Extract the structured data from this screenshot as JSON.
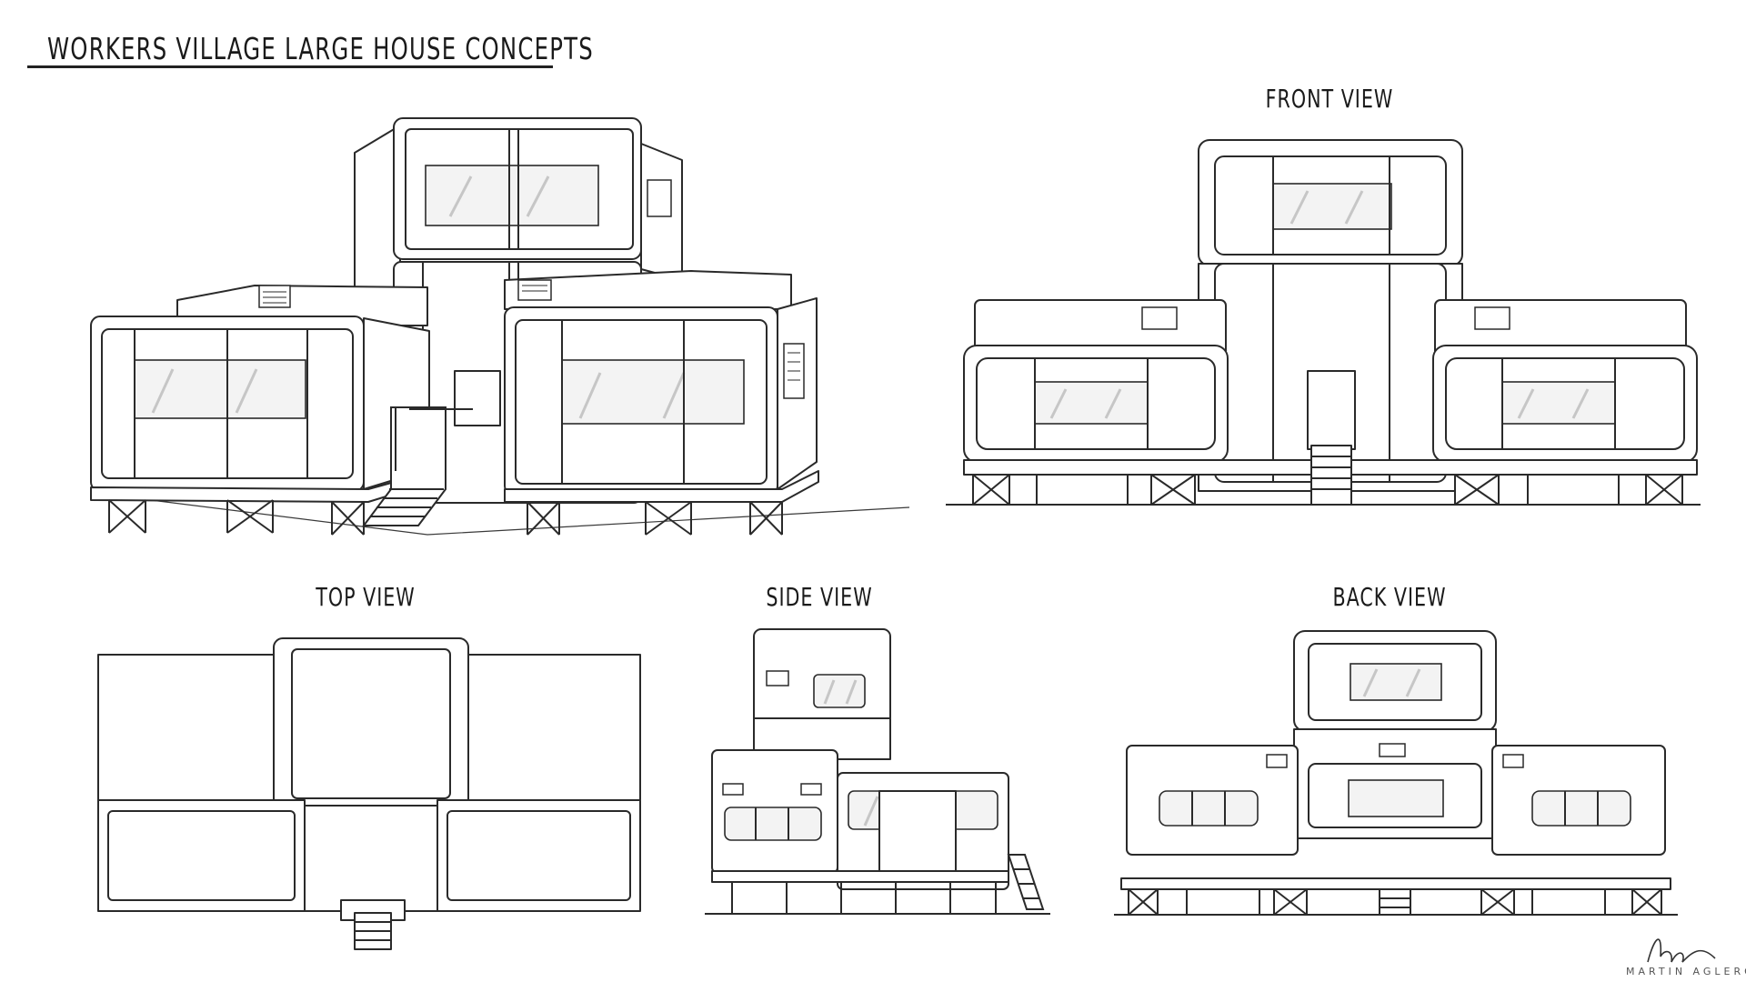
{
  "title": "WORKERS VILLAGE LARGE HOUSE CONCEPTS",
  "views": {
    "front": "FRONT VIEW",
    "top": "TOP VIEW",
    "side": "SIDE VIEW",
    "back": "BACK VIEW"
  },
  "artist": {
    "name": "MARTIN AGLERON",
    "signature_icon": "handwritten-signature"
  },
  "colors": {
    "background": "#ffffff",
    "ink": "#2a2a2a",
    "glass": "#f3f3f3"
  }
}
